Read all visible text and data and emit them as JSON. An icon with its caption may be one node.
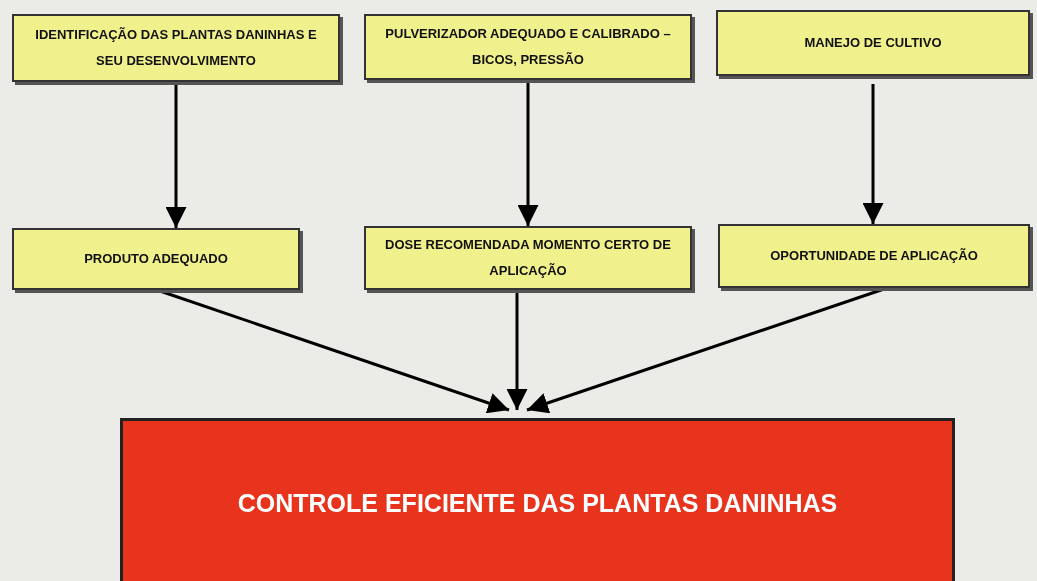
{
  "diagram": {
    "nodes": [
      {
        "text": [
          "IDENTIFICAÇÃO DAS PLANTAS DANINHAS E SEU DESENVOLVIMENTO"
        ]
      },
      {
        "text": [
          "PULVERIZADOR ADEQUADO E CALIBRADO – BICOS, PRESSÃO"
        ]
      },
      {
        "text": [
          "MANEJO DE CULTIVO"
        ]
      },
      {
        "text": [
          "PRODUTO ADEQUADO"
        ]
      },
      {
        "text": [
          "DOSE RECOMENDADA MOMENTO CERTO DE APLICAÇÃO"
        ]
      },
      {
        "text": [
          "OPORTUNIDADE DE APLICAÇÃO"
        ]
      },
      {
        "text": [
          "CONTROLE EFICIENTE DAS PLANTAS DANINHAS"
        ]
      }
    ],
    "edges": [
      {
        "from": 0,
        "to": 3,
        "arrow": "to"
      },
      {
        "from": 1,
        "to": 4,
        "arrow": "to"
      },
      {
        "from": 2,
        "to": 5,
        "arrow": "to"
      },
      {
        "from": 3,
        "to": 6,
        "arrow": "to"
      },
      {
        "from": 4,
        "to": 6,
        "arrow": "to"
      },
      {
        "from": 5,
        "to": 6,
        "arrow": "to"
      }
    ]
  }
}
